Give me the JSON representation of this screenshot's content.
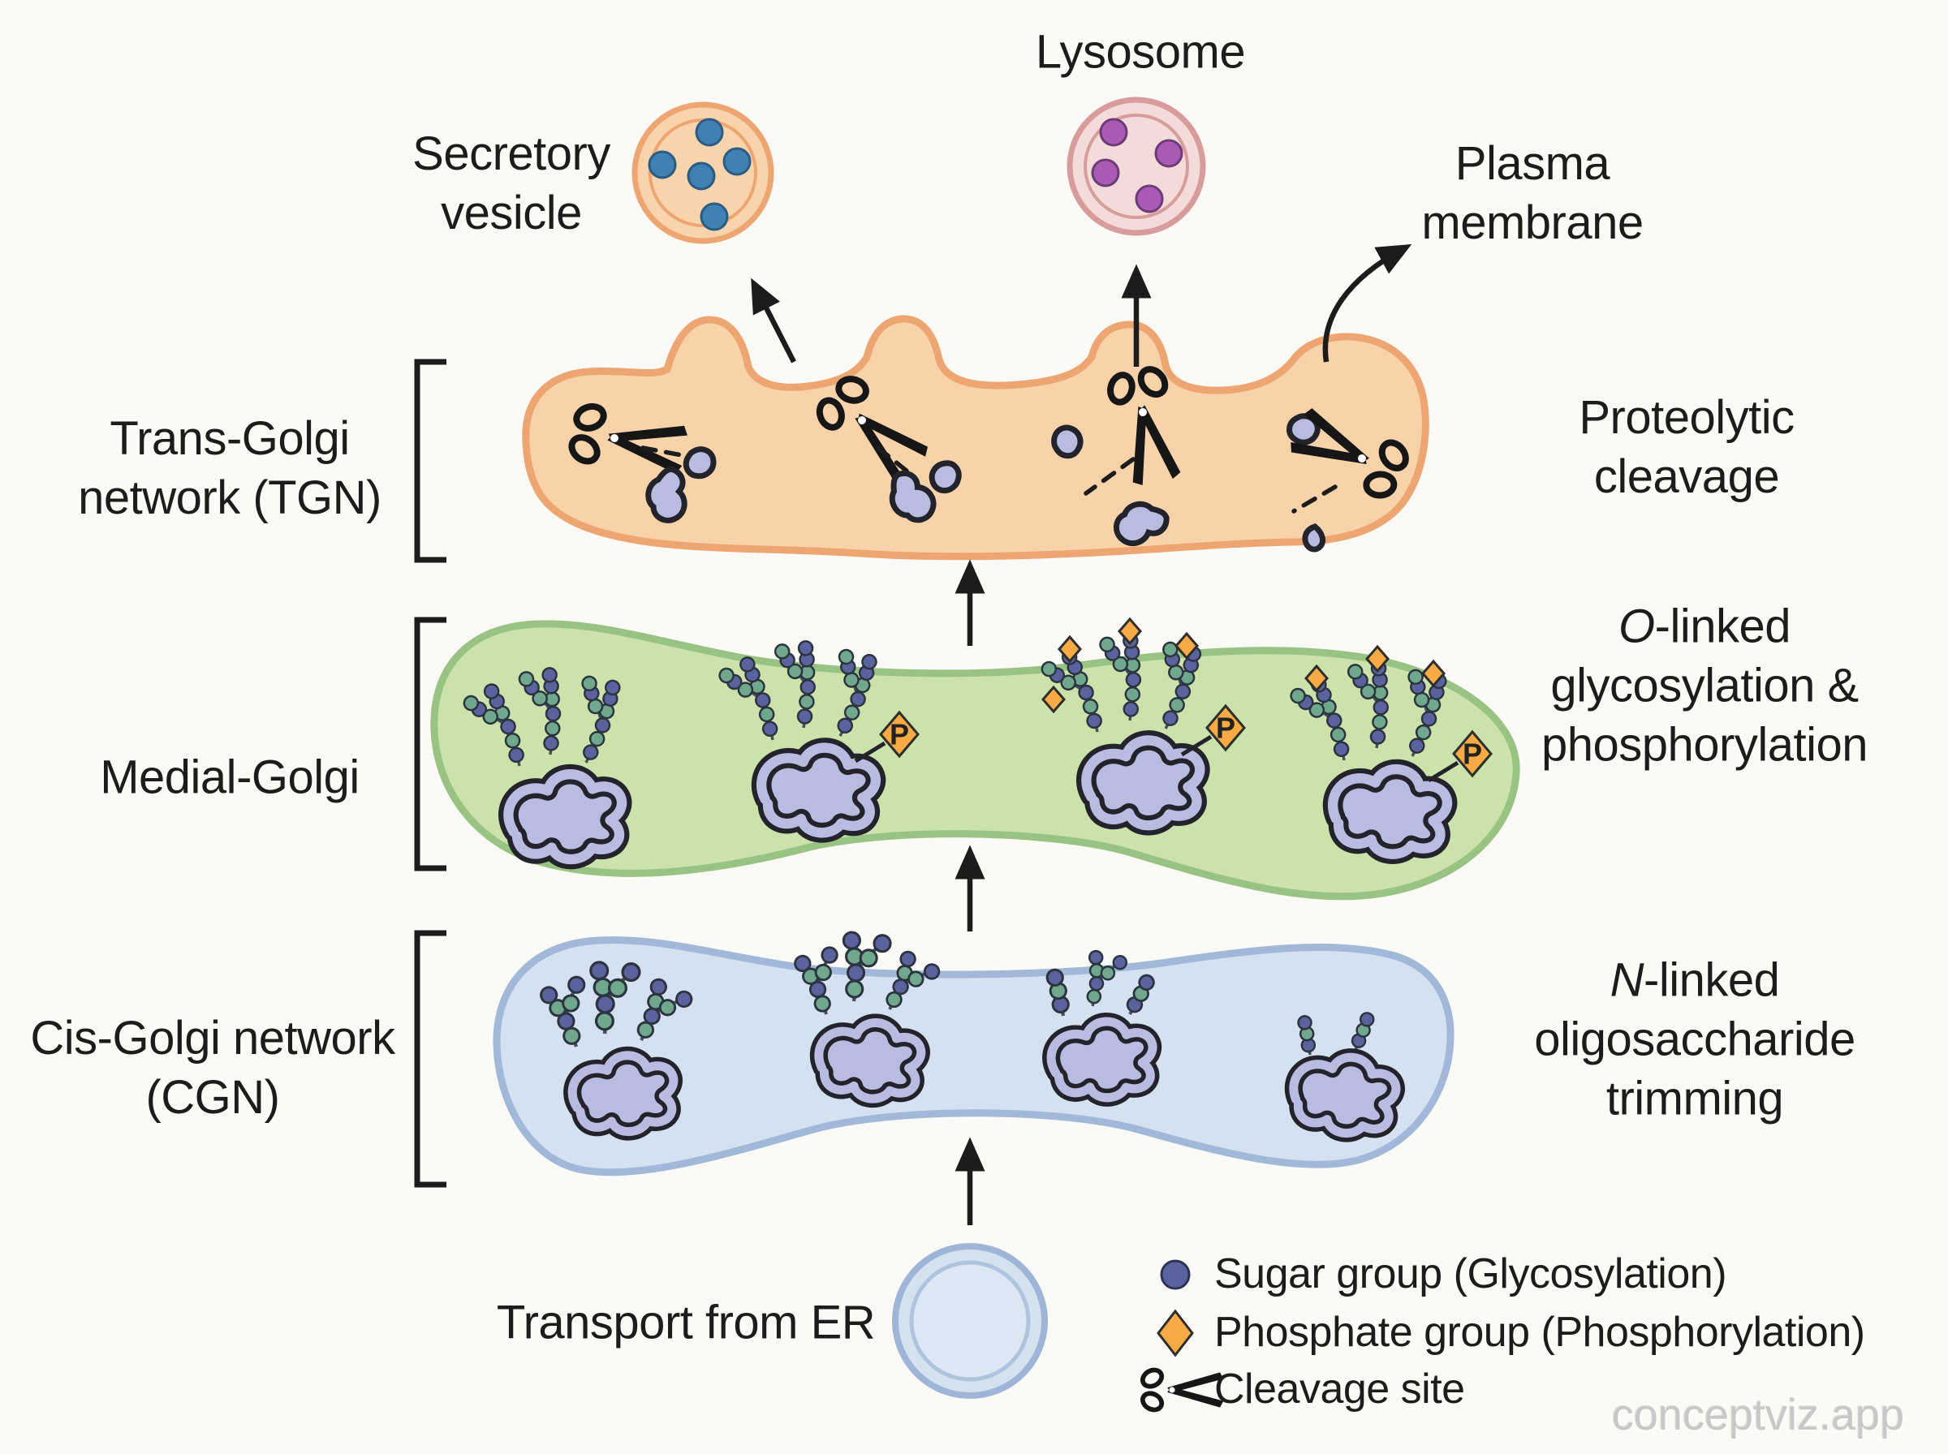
{
  "colors": {
    "background": "#FBFAF7",
    "ink": "#1C1C1C",
    "tgn_fill": "#F8D2A9",
    "tgn_stroke": "#EDA671",
    "medial_fill": "#CBE3AB",
    "medial_stroke": "#98C383",
    "cgn_fill": "#D3E1F1",
    "cgn_stroke": "#A2B8D9",
    "protein_fill": "#B9BCE0",
    "protein_stroke": "#23232C",
    "sugar_blue": "#5B639E",
    "sugar_green": "#6FA88D",
    "phosphate": "#F8AB44",
    "secretory_fill": "#F8D3AC",
    "secretory_stroke": "#EDA671",
    "secretory_dot": "#3F81B2",
    "lysosome_fill": "#F2DBD8",
    "lysosome_stroke": "#D79C9B",
    "lysosome_dot": "#A95BB3",
    "er_fill": "#D4E2F0",
    "er_stroke": "#9FB5D7",
    "watermark": "#C8C8C8"
  },
  "destinations": {
    "secretory_vesicle": {
      "line1": "Secretory",
      "line2": "vesicle"
    },
    "lysosome": {
      "label": "Lysosome"
    },
    "plasma_membrane": {
      "line1": "Plasma",
      "line2": "membrane"
    }
  },
  "compartments": {
    "tgn": {
      "name_line1": "Trans-Golgi",
      "name_line2": "network (TGN)",
      "process_line1": "Proteolytic",
      "process_line2": "cleavage"
    },
    "medial": {
      "name": "Medial-Golgi",
      "process_prefix": "O",
      "process_prefix_rest": "-linked",
      "process_line2": "glycosylation &",
      "process_line3": "phosphorylation"
    },
    "cgn": {
      "name_line1": "Cis-Golgi network",
      "name_line2": "(CGN)",
      "process_prefix": "N",
      "process_prefix_rest": "-linked",
      "process_line2": "oligosaccharide",
      "process_line3": "trimming"
    }
  },
  "transport": {
    "label": "Transport from ER"
  },
  "legend": {
    "phosphate_letter": "P",
    "items": [
      {
        "name": "sugar-group",
        "label": "Sugar group (Glycosylation)"
      },
      {
        "name": "phosphate-group",
        "label": "Phosphate group (Phosphorylation)"
      },
      {
        "name": "cleavage-site",
        "label": "Cleavage site"
      }
    ]
  },
  "watermark": {
    "label": "conceptviz.app"
  }
}
